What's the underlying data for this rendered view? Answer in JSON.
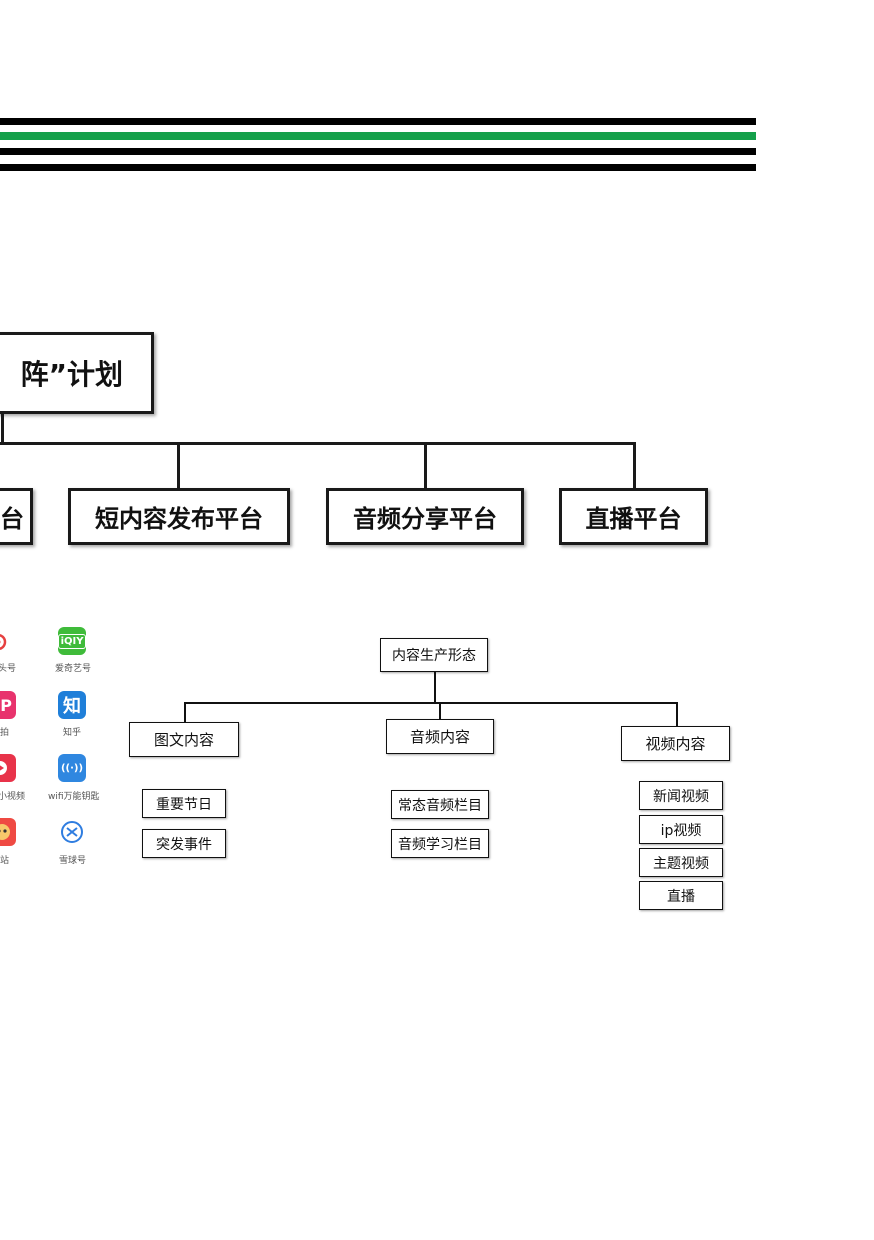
{
  "top_diagram": {
    "title": "阵”计划",
    "platforms": [
      "台",
      "短内容发布平台",
      "音频分享平台",
      "直播平台"
    ]
  },
  "app_icons": [
    {
      "name": "weibo-icon",
      "glyph": "",
      "label": "头号",
      "color": "#ffffff"
    },
    {
      "name": "iqiyi-icon",
      "glyph": "iQIY",
      "label": "爱奇艺号",
      "color": "#3fbb3a"
    },
    {
      "name": "pp-icon",
      "glyph": "P",
      "label": "拍",
      "color": "#e8336d"
    },
    {
      "name": "zhihu-icon",
      "glyph": "知",
      "label": "知乎",
      "color": "#1f7fd9"
    },
    {
      "name": "video-icon",
      "glyph": "",
      "label": "小视频",
      "color": "#e8334a"
    },
    {
      "name": "wifi-key-icon",
      "glyph": "((·))",
      "label": "wifi万能钥匙",
      "color": "#2f87e0"
    },
    {
      "name": "bilibili-icon",
      "glyph": "",
      "label": "站",
      "color": "#ef4a43"
    },
    {
      "name": "xueqiu-icon",
      "glyph": "",
      "label": "雪球号",
      "color": "#ffffff"
    }
  ],
  "tree": {
    "root": "内容生产形态",
    "branches": [
      {
        "label": "图文内容",
        "items": [
          "重要节日",
          "突发事件"
        ]
      },
      {
        "label": "音频内容",
        "items": [
          "常态音频栏目",
          "音频学习栏目"
        ]
      },
      {
        "label": "视频内容",
        "items": [
          "新闻视频",
          "ip视频",
          "主题视频",
          "直播"
        ]
      }
    ]
  }
}
